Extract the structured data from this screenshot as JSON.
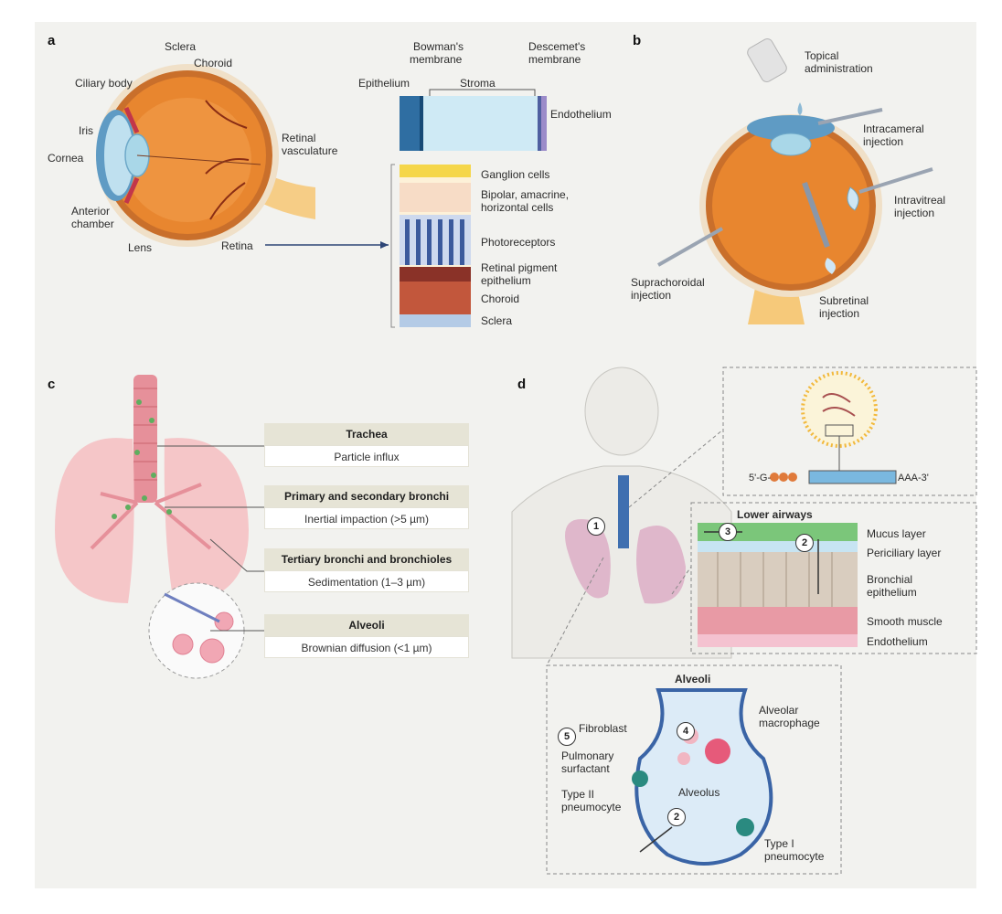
{
  "panels": {
    "a": "a",
    "b": "b",
    "c": "c",
    "d": "d"
  },
  "eye_anatomy": {
    "sclera": "Sclera",
    "choroid": "Choroid",
    "ciliary_body": "Ciliary body",
    "iris": "Iris",
    "cornea": "Cornea",
    "anterior_chamber_1": "Anterior",
    "anterior_chamber_2": "chamber",
    "lens": "Lens",
    "retina": "Retina",
    "retinal_vasc_1": "Retinal",
    "retinal_vasc_2": "vasculature"
  },
  "cornea_layers": {
    "bowman_1": "Bowman's",
    "bowman_2": "membrane",
    "descemet_1": "Descemet's",
    "descemet_2": "membrane",
    "epithelium": "Epithelium",
    "stroma": "Stroma",
    "endothelium": "Endothelium"
  },
  "retina_layers": {
    "ganglion": "Ganglion cells",
    "bipolar_1": "Bipolar, amacrine,",
    "bipolar_2": "horizontal cells",
    "photoreceptors": "Photoreceptors",
    "rpe_1": "Retinal pigment",
    "rpe_2": "epithelium",
    "choroid": "Choroid",
    "sclera": "Sclera"
  },
  "injection_routes": {
    "topical_1": "Topical",
    "topical_2": "administration",
    "intracameral_1": "Intracameral",
    "intracameral_2": "injection",
    "intravitreal_1": "Intravitreal",
    "intravitreal_2": "injection",
    "suprachoroidal_1": "Suprachoroidal",
    "suprachoroidal_2": "injection",
    "subretinal_1": "Subretinal",
    "subretinal_2": "injection"
  },
  "deposition": [
    {
      "region": "Trachea",
      "mechanism": "Particle influx"
    },
    {
      "region": "Primary and secondary bronchi",
      "mechanism": "Inertial impaction (>5 µm)"
    },
    {
      "region": "Tertiary bronchi and bronchioles",
      "mechanism": "Sedimentation (1–3 µm)"
    },
    {
      "region": "Alveoli",
      "mechanism": "Brownian diffusion (<1 µm)"
    }
  ],
  "mrna": {
    "five_prime": "5'-G-",
    "three_prime": "AAA-3'"
  },
  "lower_airways": {
    "title": "Lower airways",
    "mucus": "Mucus layer",
    "periciliary": "Periciliary layer",
    "bronchial_1": "Bronchial",
    "bronchial_2": "epithelium",
    "smooth_muscle": "Smooth muscle",
    "endothelium": "Endothelium"
  },
  "alveoli": {
    "title": "Alveoli",
    "fibroblast": "Fibroblast",
    "macrophage_1": "Alveolar",
    "macrophage_2": "macrophage",
    "surfactant_1": "Pulmonary",
    "surfactant_2": "surfactant",
    "type2_1": "Type II",
    "type2_2": "pneumocyte",
    "alveolus": "Alveolus",
    "type1_1": "Type I",
    "type1_2": "pneumocyte"
  },
  "steps": [
    "1",
    "2",
    "3",
    "4",
    "5",
    "2"
  ]
}
